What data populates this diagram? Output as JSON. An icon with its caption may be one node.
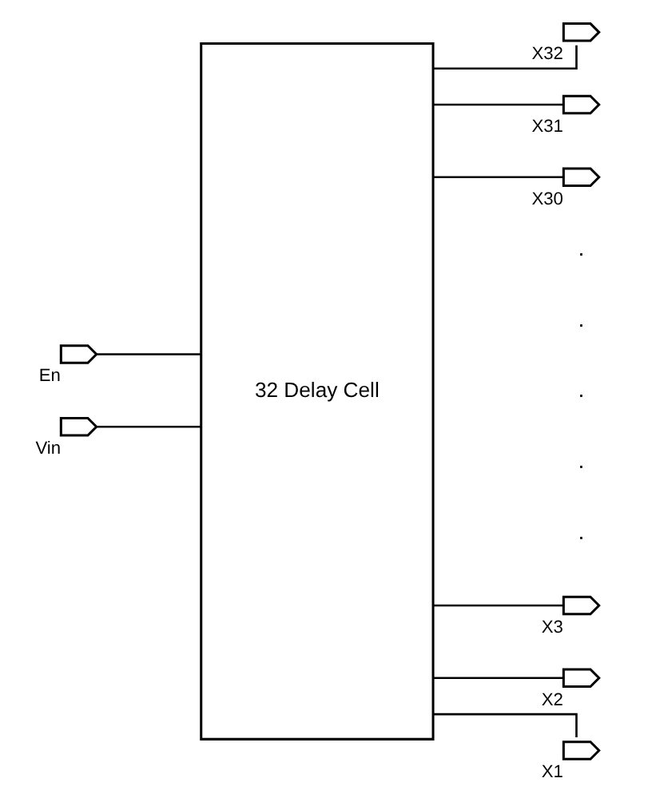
{
  "diagram": {
    "nodes": [
      {
        "text": [
          "32 Delay Cell"
        ]
      },
      {
        "text": [],
        "shape": "pentagon",
        "beside": [
          "En"
        ]
      },
      {
        "text": [],
        "shape": "pentagon",
        "beside": [
          "Vin"
        ]
      },
      {
        "text": [],
        "shape": "pentagon",
        "beside": [
          "X32"
        ]
      },
      {
        "text": [],
        "shape": "pentagon",
        "beside": [
          "X31"
        ]
      },
      {
        "text": [],
        "shape": "pentagon",
        "beside": [
          "X30"
        ]
      },
      {
        "text": [],
        "shape": "pentagon",
        "beside": [
          "X3"
        ]
      },
      {
        "text": [],
        "shape": "pentagon",
        "beside": [
          "X2"
        ]
      },
      {
        "text": [],
        "shape": "pentagon",
        "beside": [
          "X1"
        ]
      }
    ],
    "edges": [
      {
        "from": 1,
        "to": 0,
        "arrow": "none"
      },
      {
        "from": 2,
        "to": 0,
        "arrow": "none"
      },
      {
        "from": 0,
        "to": 3,
        "arrow": "none"
      },
      {
        "from": 0,
        "to": 4,
        "arrow": "none"
      },
      {
        "from": 0,
        "to": 5,
        "arrow": "none"
      },
      {
        "from": 0,
        "to": 6,
        "arrow": "none"
      },
      {
        "from": 0,
        "to": 7,
        "arrow": "none"
      },
      {
        "from": 0,
        "to": 8,
        "arrow": "none"
      }
    ],
    "labels": [
      ".",
      ".",
      ".",
      ".",
      "."
    ]
  }
}
